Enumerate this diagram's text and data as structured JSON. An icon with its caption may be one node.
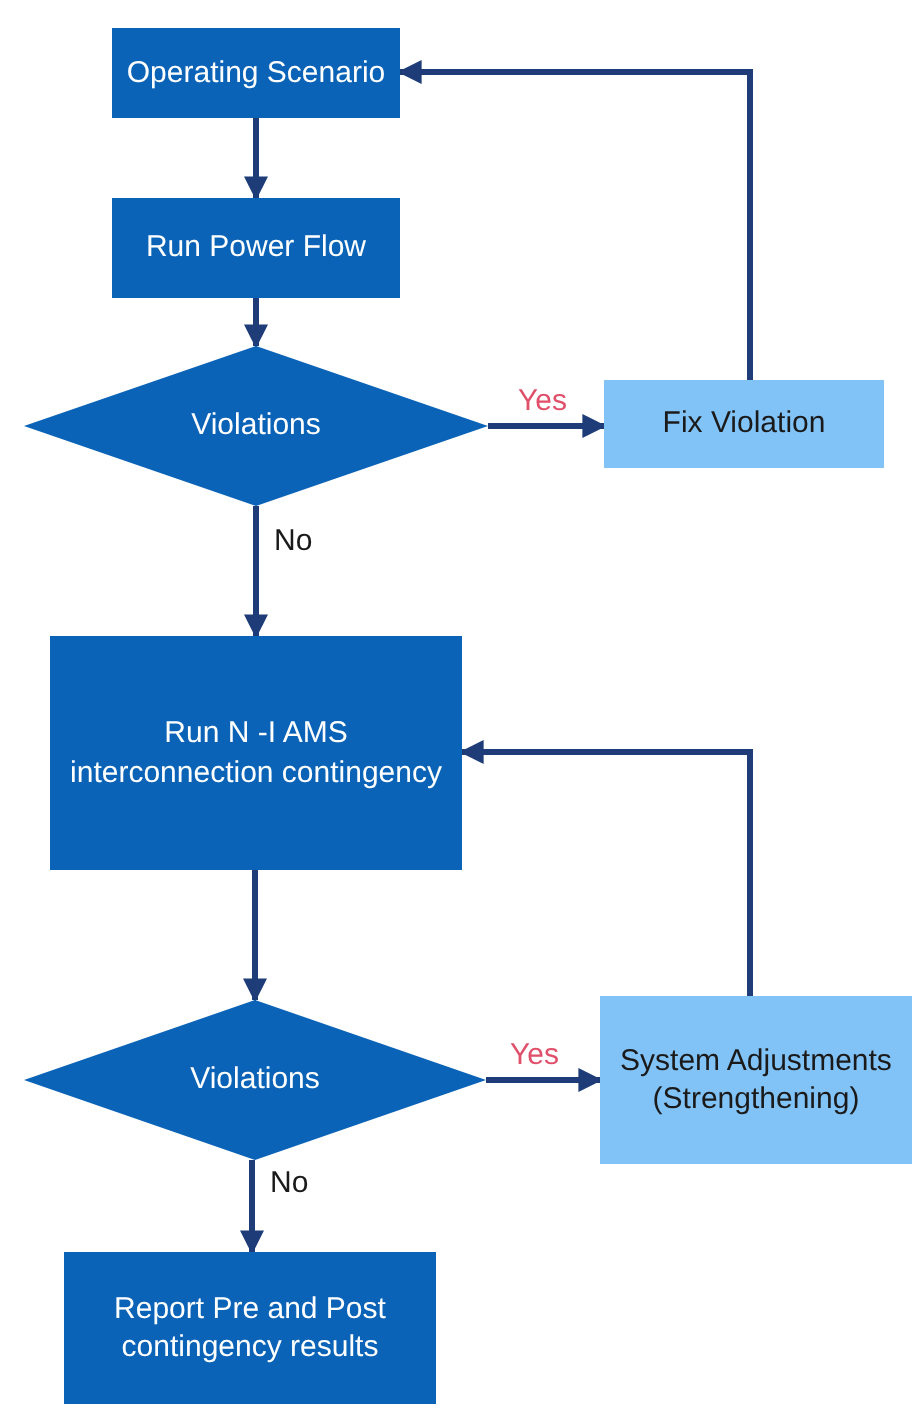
{
  "diagram": {
    "nodes": [
      {
        "text": [
          "Operating Scenario"
        ]
      },
      {
        "text": [
          "Run Power Flow"
        ]
      },
      {
        "text": [
          "Violations"
        ]
      },
      {
        "text": [
          "Fix Violation"
        ]
      },
      {
        "text": [
          "Run N -I AMS interconnection contingency"
        ]
      },
      {
        "text": [
          "Violations"
        ]
      },
      {
        "text": [
          "System Adjustments (Strengthening)"
        ]
      },
      {
        "text": [
          "Report Pre and Post contingency results"
        ]
      }
    ],
    "edges": [
      {
        "from": 0,
        "to": 1,
        "arrow": "to"
      },
      {
        "from": 1,
        "to": 2,
        "arrow": "to"
      },
      {
        "from": 2,
        "to": 3,
        "arrow": "to",
        "label": "Yes"
      },
      {
        "from": 3,
        "to": 0,
        "arrow": "to"
      },
      {
        "from": 2,
        "to": 4,
        "arrow": "to",
        "label": "No"
      },
      {
        "from": 4,
        "to": 5,
        "arrow": "to"
      },
      {
        "from": 5,
        "to": 6,
        "arrow": "to",
        "label": "Yes"
      },
      {
        "from": 6,
        "to": 4,
        "arrow": "to"
      },
      {
        "from": 5,
        "to": 7,
        "arrow": "to",
        "label": "No"
      }
    ]
  }
}
